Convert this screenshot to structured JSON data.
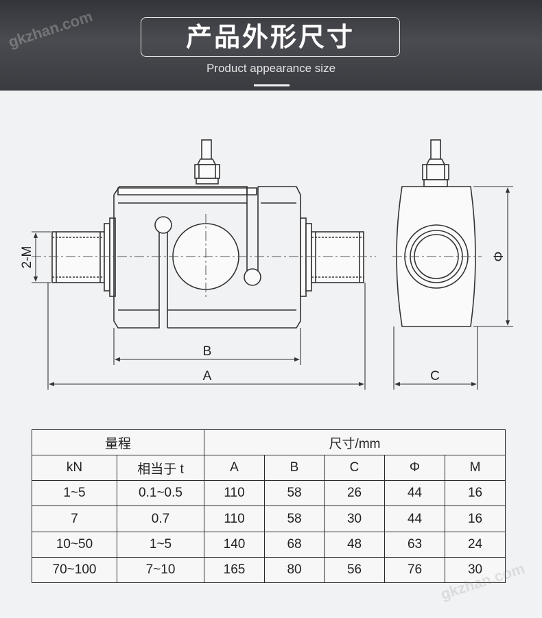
{
  "header": {
    "title": "产品外形尺寸",
    "subtitle": "Product appearance size",
    "watermark": "gkzhan.com"
  },
  "drawing": {
    "labels": {
      "m": "2-M",
      "b": "B",
      "a": "A",
      "c": "C",
      "phi": "Φ"
    }
  },
  "table": {
    "group_headers": [
      "量程",
      "尺寸/mm"
    ],
    "columns": [
      "kN",
      "相当于 t",
      "A",
      "B",
      "C",
      "Φ",
      "M"
    ],
    "rows": [
      [
        "1~5",
        "0.1~0.5",
        "110",
        "58",
        "26",
        "44",
        "16"
      ],
      [
        "7",
        "0.7",
        "110",
        "58",
        "30",
        "44",
        "16"
      ],
      [
        "10~50",
        "1~5",
        "140",
        "68",
        "48",
        "63",
        "24"
      ],
      [
        "70~100",
        "7~10",
        "165",
        "80",
        "56",
        "76",
        "30"
      ]
    ]
  }
}
